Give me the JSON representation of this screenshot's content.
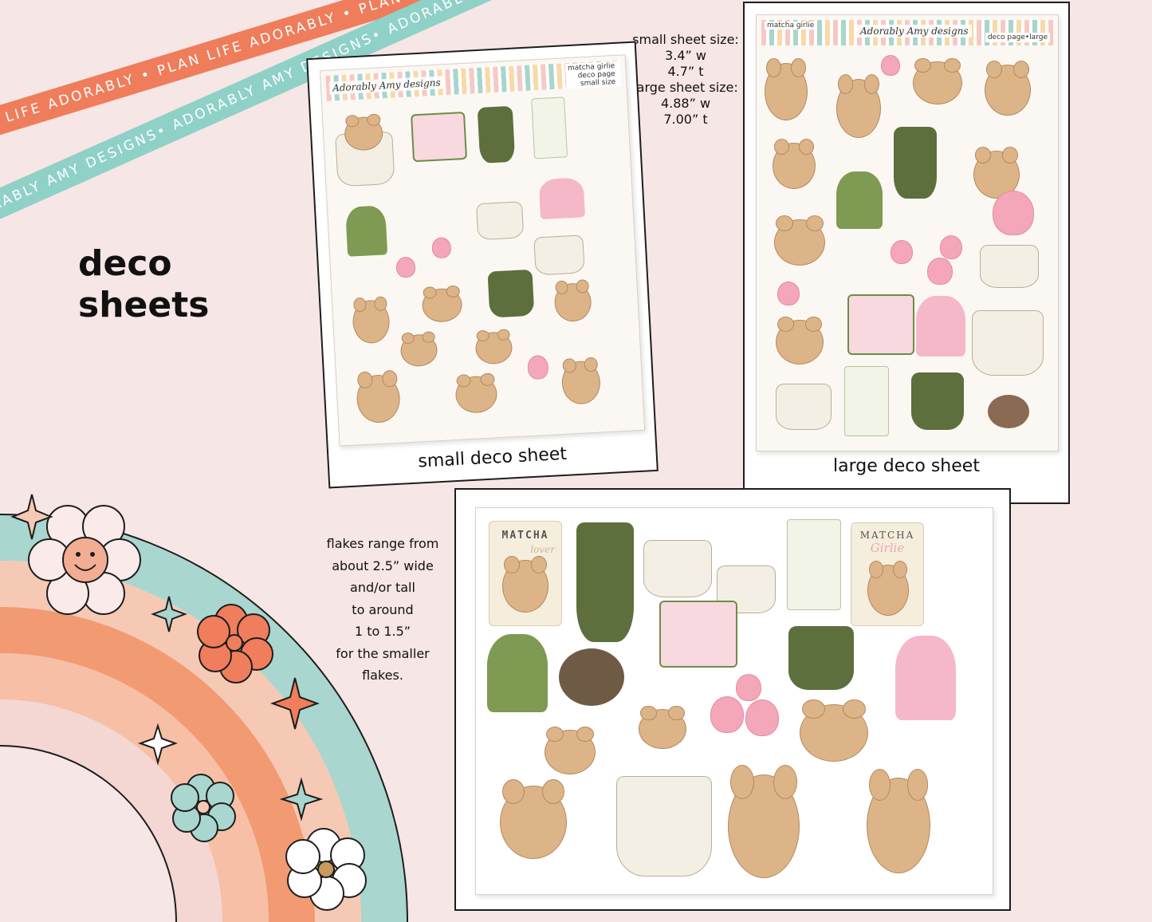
{
  "ribbons": {
    "orange_text": "PLAN LIFE ADORABLY • PLAN LIFE ADORABLY • PLAN LIFE ADORABLY • PLAN LIFE ADORABLY •",
    "teal_text": "ADORABLY AMY DESIGNS• ADORABLY AMY DESIGNS• ADORABLY AMY DESIGNS• ADORABLY AMY DESIGNS•"
  },
  "heading": {
    "line1": "deco",
    "line2": "sheets"
  },
  "size_info": {
    "small_label": "small sheet size:",
    "small_w": "3.4” w",
    "small_t": "4.7” t",
    "large_label": "large sheet size:",
    "large_w": "4.88” w",
    "large_t": "7.00” t"
  },
  "small_sheet": {
    "brand": "Adorably Amy designs",
    "meta1": "matcha girlie",
    "meta2": "deco page",
    "meta3": "small size",
    "caption": "small deco sheet"
  },
  "large_sheet": {
    "name": "matcha girlie",
    "brand": "Adorably Amy designs",
    "meta": "deco page•large",
    "caption": "large deco sheet"
  },
  "flake_info": {
    "line1": "flakes range from",
    "line2": "about 2.5” wide",
    "line3": "and/or tall",
    "line4": "to around",
    "line5": "1 to 1.5”",
    "line6": "for the smaller",
    "line7": "flakes."
  },
  "flakes": {
    "card1_title": "MATCHA",
    "card1_script": "lover",
    "card2_title": "MATCHA",
    "card2_script": "Girlie"
  },
  "colors": {
    "background": "#f6e6e5",
    "orange": "#ef7d5b",
    "teal": "#8fd1c7",
    "matcha_green": "#5d6f3d",
    "pink": "#f4a7b9",
    "bear": "#dcb488"
  }
}
